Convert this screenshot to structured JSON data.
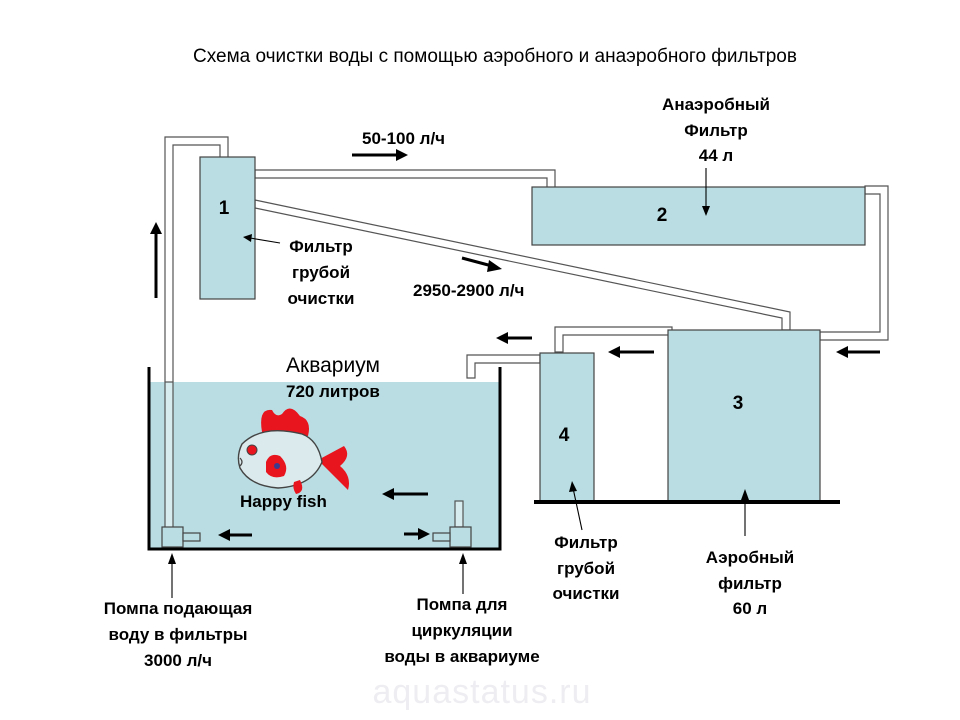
{
  "title": "Схема очистки воды с помощью аэробного и анаэробного фильтров",
  "units": {
    "filter1": "1",
    "filter2": "2",
    "filter3": "3",
    "filter4": "4"
  },
  "labels": {
    "anaerobic_line1": "Анаэробный",
    "anaerobic_line2": "Фильтр",
    "anaerobic_line3": "44 л",
    "coarse1_line1": "Фильтр",
    "coarse1_line2": "грубой",
    "coarse1_line3": "очистки",
    "flow_top": "50-100 л/ч",
    "flow_diag": "2950-2900 л/ч",
    "aquarium_line1": "Аквариум",
    "aquarium_line2": "720 литров",
    "fish": "Happy fish",
    "coarse4_line1": "Фильтр",
    "coarse4_line2": "грубой",
    "coarse4_line3": "очистки",
    "aerobic_line1": "Аэробный",
    "aerobic_line2": "фильтр",
    "aerobic_line3": "60 л",
    "pump_main_line1": "Помпа подающая",
    "pump_main_line2": "воду в фильтры",
    "pump_main_line3": "3000 л/ч",
    "pump_circ_line1": "Помпа для",
    "pump_circ_line2": "циркуляции",
    "pump_circ_line3": "воды в аквариуме"
  },
  "watermark": "aquastatus.ru",
  "colors": {
    "water": "#b9dde2",
    "fish_red": "#e8141e",
    "outline": "#444444"
  }
}
